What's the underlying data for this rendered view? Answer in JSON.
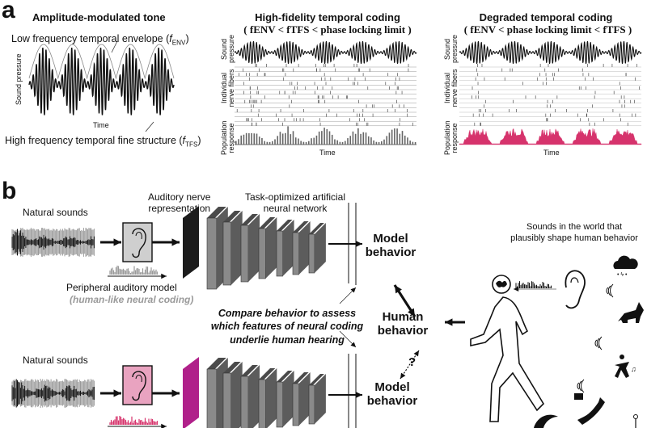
{
  "panel_a": {
    "letter": "a",
    "am_tone": {
      "title": "Amplitude-modulated tone",
      "envelope_label": "Low frequency temporal envelope (",
      "envelope_sym": "f",
      "envelope_sub": "ENV",
      "tfs_label": "High frequency temporal fine structure (",
      "tfs_sym": "f",
      "tfs_sub": "TFS",
      "close_paren": ")",
      "y_axis": "Sound pressure",
      "x_axis": "Time"
    },
    "high_fidelity": {
      "title": "High-fidelity temporal coding",
      "condition": "( fENV < fTFS < phase locking limit )",
      "rows": [
        "Sound pressure",
        "Individual nerve fibers",
        "Population response"
      ],
      "row_labels": {
        "sound_1": "Sound",
        "sound_2": "pressure",
        "fibers_1": "Individual",
        "fibers_2": "nerve fibers",
        "pop_1": "Population",
        "pop_2": "response"
      },
      "x_axis": "Time",
      "response_color": "#666666"
    },
    "degraded": {
      "title": "Degraded temporal coding",
      "condition": "( fENV < phase locking limit < fTFS )",
      "row_labels": {
        "sound_1": "Sound",
        "sound_2": "pressure",
        "fibers_1": "Individual",
        "fibers_2": "nerve fibers",
        "pop_1": "Population",
        "pop_2": "response"
      },
      "x_axis": "Time",
      "response_color": "#d6336c"
    }
  },
  "panel_b": {
    "letter": "b",
    "natural_sounds_top": "Natural sounds",
    "natural_sounds_bottom": "Natural sounds",
    "auditory_nerve_1": "Auditory nerve",
    "auditory_nerve_2": "representation",
    "network_1": "Task-optimized artificial",
    "network_2": "neural network",
    "peripheral_model": "Peripheral auditory model",
    "peripheral_sub": "(human-like neural coding)",
    "model_behavior_top_1": "Model",
    "model_behavior_top_2": "behavior",
    "model_behavior_bottom_1": "Model",
    "model_behavior_bottom_2": "behavior",
    "human_behavior_1": "Human",
    "human_behavior_2": "behavior",
    "compare_1": "Compare behavior to assess",
    "compare_2": "which features of neural coding",
    "compare_3": "underlie human hearing",
    "question_mark": "?",
    "world_1": "Sounds in the world that",
    "world_2": "plausibly shape human behavior",
    "colors": {
      "human_like": "#e9a3c0",
      "degraded": "#d6336c",
      "network_gray": "#8a8a8a",
      "nerve_pink": "#b0208a"
    },
    "world_icons": [
      "storm-cloud-icon",
      "howling-wolf-icon",
      "dancing-person-icon",
      "telephone-icon",
      "chat-bubble-icon",
      "bird-icon",
      "sound-wave-icon"
    ]
  }
}
